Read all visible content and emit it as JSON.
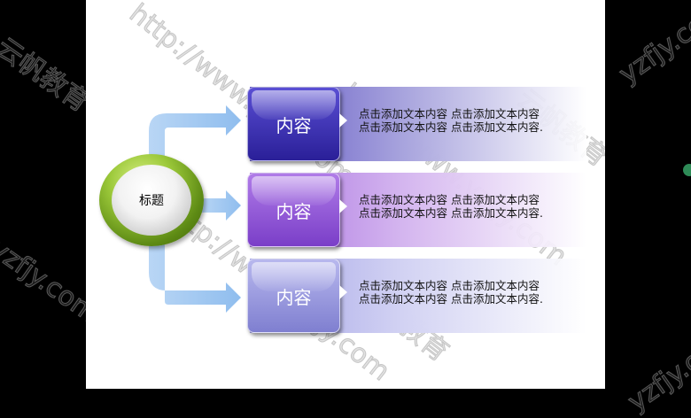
{
  "watermarks": {
    "url": "http://www.yzfjy.com",
    "url_partial": "yzfjy.com",
    "brand": "云帆教育"
  },
  "diagram": {
    "center_label": "标题",
    "items": [
      {
        "label": "内容",
        "line1": "点击添加文本内容  点击添加文本内容",
        "line2": "点击添加文本内容  点击添加文本内容."
      },
      {
        "label": "内容",
        "line1": "点击添加文本内容  点击添加文本内容",
        "line2": "点击添加文本内容  点击添加文本内容."
      },
      {
        "label": "内容",
        "line1": "点击添加文本内容  点击添加文本内容",
        "line2": "点击添加文本内容  点击添加文本内容."
      }
    ]
  },
  "colors": {
    "box1": "#3b2fb0",
    "box2": "#8a4fd6",
    "box3": "#8f8fd8",
    "connector": "#a9ccf2",
    "ring": "#7aa81f"
  }
}
